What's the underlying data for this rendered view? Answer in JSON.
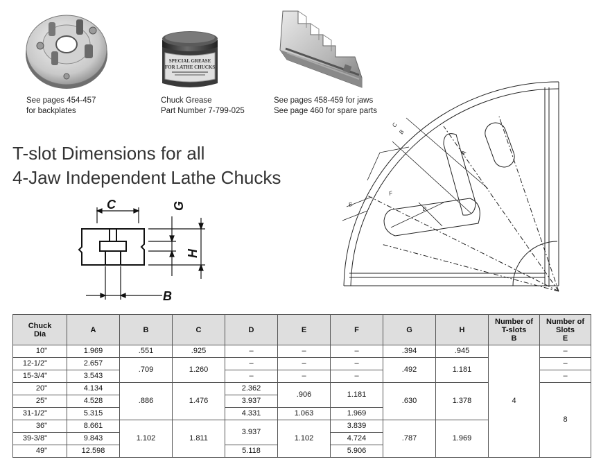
{
  "captions": {
    "backplates": [
      "See pages 454-457",
      "for backplates"
    ],
    "grease": [
      "Chuck Grease",
      "Part Number 7-799-025"
    ],
    "jaws": [
      "See pages 458-459 for jaws",
      "See page 460 for spare parts"
    ]
  },
  "grease_label": [
    "SPECIAL GREASE",
    "FOR LATHE CHUCKS"
  ],
  "heading": [
    "T-slot Dimensions for all",
    "4-Jaw Independent Lathe Chucks"
  ],
  "diagram_labels": {
    "C": "C",
    "G": "G",
    "H": "H",
    "B": "B",
    "A": "A",
    "D": "D",
    "E": "E",
    "F": "F"
  },
  "table": {
    "headers": [
      [
        "Chuck",
        "Dia"
      ],
      [
        "A"
      ],
      [
        "B"
      ],
      [
        "C"
      ],
      [
        "D"
      ],
      [
        "E"
      ],
      [
        "F"
      ],
      [
        "G"
      ],
      [
        "H"
      ],
      [
        "Number of",
        "T-slots",
        "B"
      ],
      [
        "Number of",
        "Slots",
        "E"
      ]
    ],
    "dia": [
      "10\"",
      "12-1/2\"",
      "15-3/4\"",
      "20\"",
      "25\"",
      "31-1/2\"",
      "36\"",
      "39-3/8\"",
      "49\""
    ],
    "a": [
      "1.969",
      "2.657",
      "3.543",
      "4.134",
      "4.528",
      "5.315",
      "8.661",
      "9.843",
      "12.598"
    ],
    "b": [
      ".551",
      ".709",
      ".886",
      "1.102"
    ],
    "c": [
      ".925",
      "1.260",
      "1.476",
      "1.811"
    ],
    "d": [
      "–",
      "–",
      "–",
      "2.362",
      "3.937",
      "4.331",
      "3.937",
      "5.118"
    ],
    "e": [
      "–",
      "–",
      "–",
      ".906",
      "1.063",
      "1.102"
    ],
    "f": [
      "–",
      "–",
      "–",
      "1.181",
      "1.969",
      "3.839",
      "4.724",
      "5.906"
    ],
    "g": [
      ".394",
      ".492",
      ".630",
      ".787"
    ],
    "h": [
      ".945",
      "1.181",
      "1.378",
      "1.969"
    ],
    "tslots": [
      "4"
    ],
    "slots": [
      "–",
      "–",
      "–",
      "8"
    ]
  }
}
